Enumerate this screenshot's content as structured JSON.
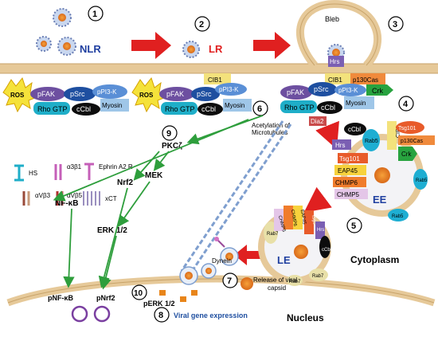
{
  "steps": [
    "1",
    "2",
    "3",
    "4",
    "5",
    "6",
    "7",
    "8",
    "9",
    "10"
  ],
  "receptor_labels": {
    "nlr": "NLR",
    "lr": "LR",
    "bleb": "Bleb"
  },
  "signaling": {
    "ros": "ROS",
    "pfak": "pFAK",
    "psrc": "pSrc",
    "ppi3k": "pPI3-K",
    "rho_gtp": "Rho GTP",
    "ccbl": "cCbl",
    "myosin": "Myosin",
    "cib1": "CIB1",
    "hrs": "Hrs",
    "p130cas": "p130Cas",
    "crk": "Crk",
    "dia2": "Dia2"
  },
  "legend": {
    "hs": "HS",
    "a3b1": "α3β1",
    "ephrin": "Ephrin A2 R",
    "avb3": "αVβ3",
    "avb5": "αVβ5",
    "xct": "xCT"
  },
  "pathway": {
    "acetylation": "Acetylation of",
    "microtubules": "Microtubules",
    "pkcz": "PKCζ",
    "mek": "MEK",
    "nrf2": "Nrf2",
    "nfkb": "NF-κB",
    "erk": "ERK 1/2",
    "pnfkb": "pNF-κB",
    "pnrf2": "pNrf2",
    "perk": "pERK 1/2"
  },
  "endosome": {
    "tsg101": "Tsg101",
    "eap45": "EAP45",
    "chmp6": "CHMP6",
    "chmp5": "CHMP5",
    "rab5": "Rab5",
    "rab7": "Rab7",
    "ee": "EE",
    "le": "LE",
    "dynein": "Dynein"
  },
  "compartments": {
    "cytoplasm": "Cytoplasm",
    "nucleus": "Nucleus",
    "release_1": "Release of viral",
    "release_2": "capsid",
    "viral_expression": "Viral gene expression"
  },
  "colors": {
    "membrane": "#e2c290",
    "pfak": "#6d4fa0",
    "psrc": "#1e4fa0",
    "ppi3k": "#5a8fd6",
    "rho": "#1faec8",
    "ccbl": "#0d0d0d",
    "myosin": "#9fc6e8",
    "cib1": "#f3e27c",
    "hrs": "#7b5fb3",
    "p130cas": "#f08a3c",
    "crk": "#28a33f",
    "dia2": "#c94b4b",
    "tsg101": "#e85b2a",
    "eap45": "#f7d23c",
    "chmp6": "#f07c2c",
    "chmp5": "#e4c6e8",
    "rab5": "#1eaed2",
    "rab7": "#e8e0a8",
    "arrow_red": "#e02020",
    "arrow_green": "#2e9e3c",
    "viral_text": "#1f4fa0"
  },
  "icons": [
    "ros-burst-icon",
    "red-arrow-icon",
    "green-arrow-icon",
    "virus-icon",
    "capsid-icon"
  ]
}
